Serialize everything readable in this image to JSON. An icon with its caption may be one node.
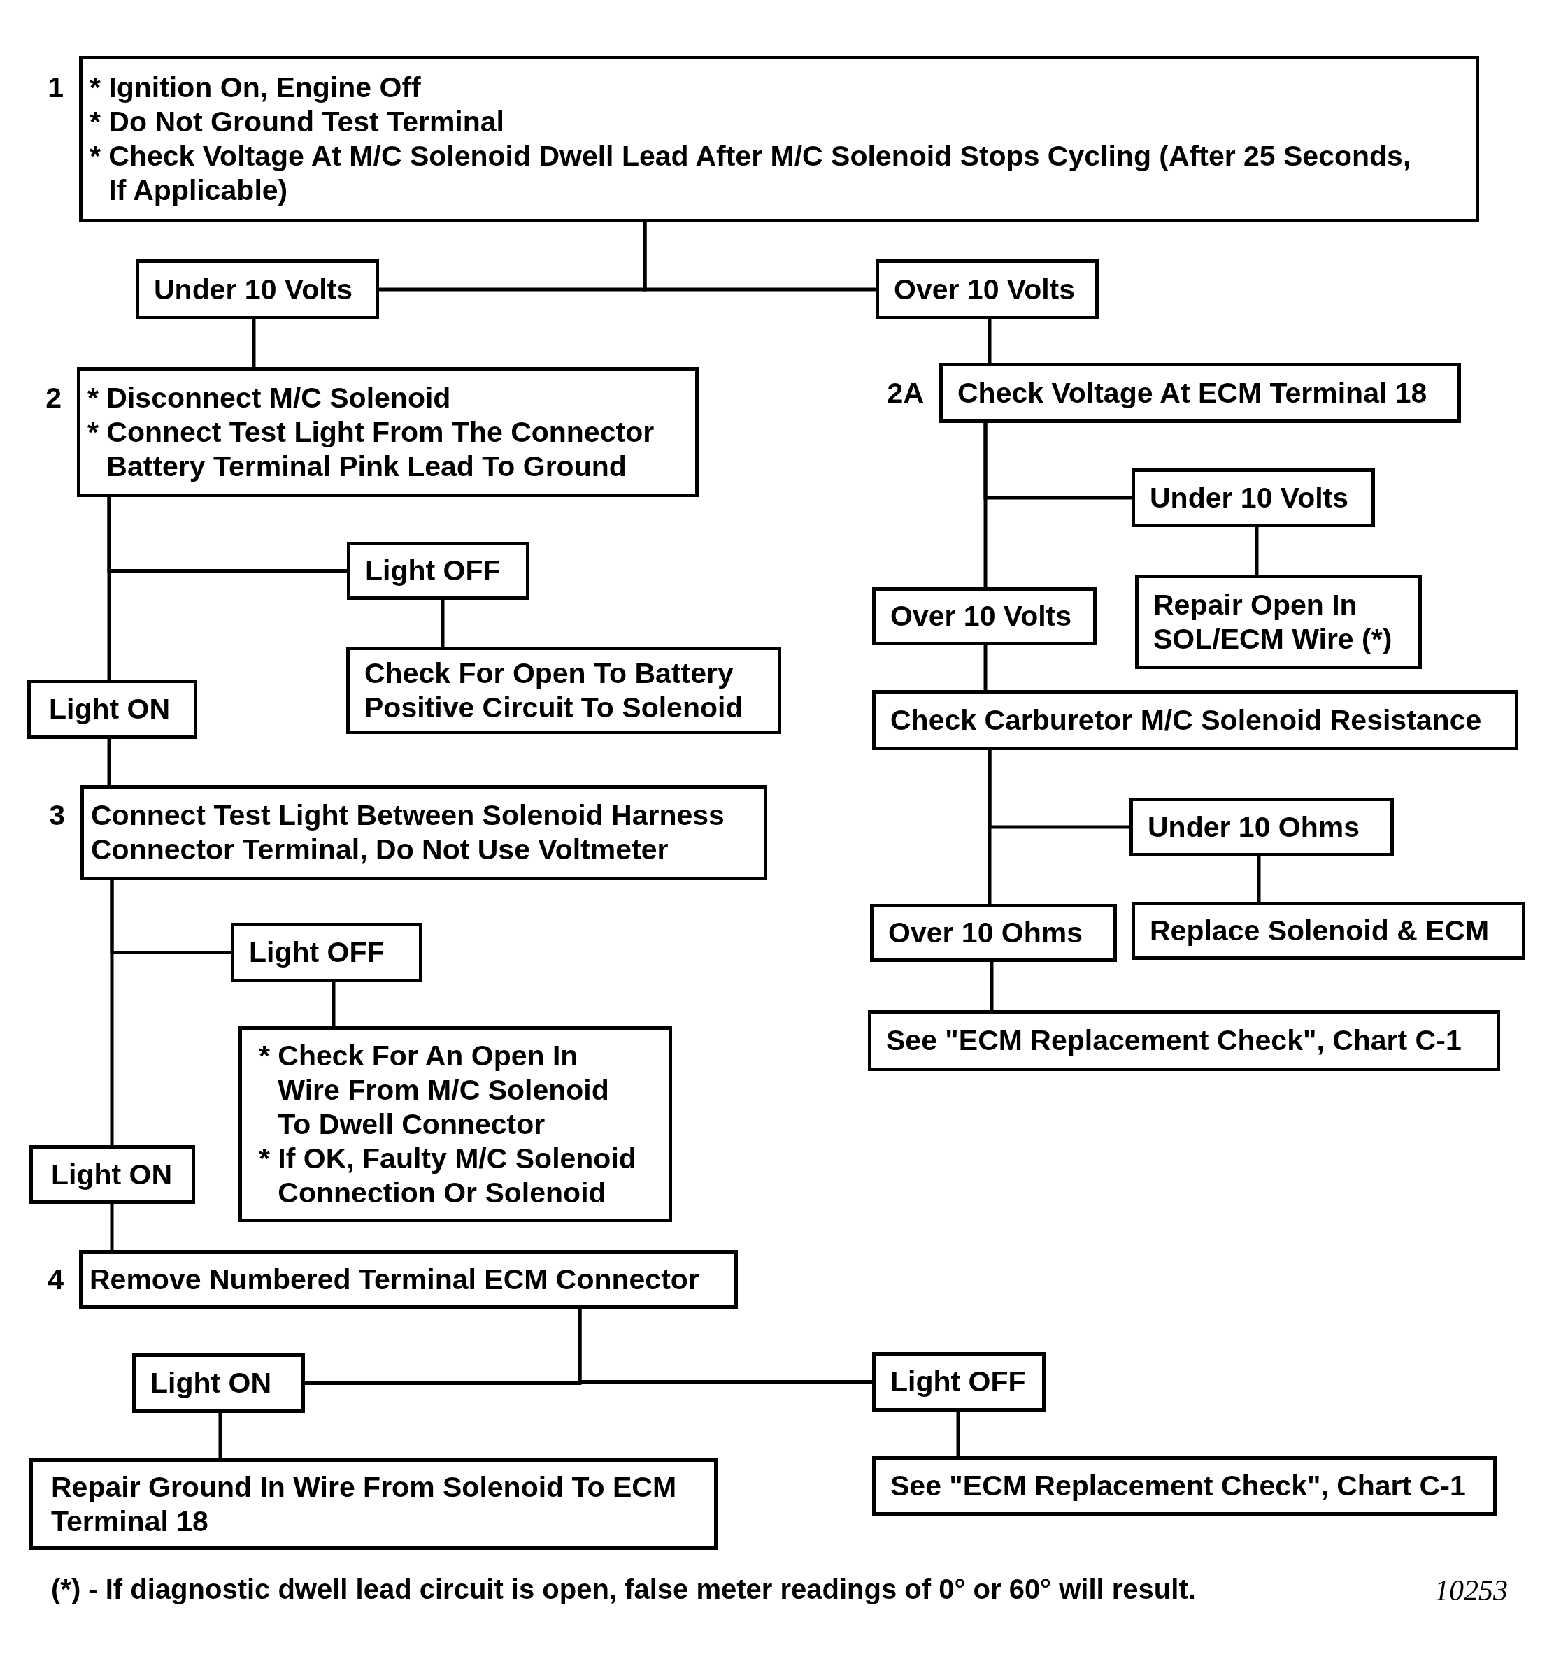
{
  "diagram": {
    "nodes": [
      {
        "text": [
          "* Ignition On, Engine Off",
          "* Do Not Ground Test Terminal",
          "* Check Voltage At M/C Solenoid Dwell Lead After M/C Solenoid Stops Cycling (After 25 Seconds, If Applicable)"
        ],
        "beside": [
          "1"
        ]
      },
      {
        "text": [
          "Under 10 Volts"
        ]
      },
      {
        "text": [
          "Over 10 Volts"
        ]
      },
      {
        "text": [
          "* Disconnect M/C Solenoid",
          "* Connect Test Light From The Connector Battery Terminal Pink Lead To Ground"
        ],
        "beside": [
          "2"
        ]
      },
      {
        "text": [
          "Check Voltage At ECM Terminal 18"
        ],
        "beside": [
          "2A"
        ]
      },
      {
        "text": [
          "Light OFF"
        ]
      },
      {
        "text": [
          "Under 10 Volts"
        ]
      },
      {
        "text": [
          "Check For Open To Battery Positive Circuit To Solenoid"
        ]
      },
      {
        "text": [
          "Repair Open In SOL/ECM Wire (*)"
        ]
      },
      {
        "text": [
          "Light ON"
        ]
      },
      {
        "text": [
          "Over 10 Volts"
        ]
      },
      {
        "text": [
          "Check Carburetor M/C Solenoid Resistance"
        ]
      },
      {
        "text": [
          "Connect Test Light Between Solenoid Harness Connector Terminal, Do Not Use Voltmeter"
        ],
        "beside": [
          "3"
        ]
      },
      {
        "text": [
          "Under 10 Ohms"
        ]
      },
      {
        "text": [
          "Over 10 Ohms"
        ]
      },
      {
        "text": [
          "Replace Solenoid & ECM"
        ]
      },
      {
        "text": [
          "Light OFF"
        ]
      },
      {
        "text": [
          "See \"ECM Replacement Check\", Chart C-1"
        ]
      },
      {
        "text": [
          "* Check For An Open In Wire From M/C Solenoid To Dwell Connector",
          "* If OK, Faulty M/C Solenoid Connection Or Solenoid"
        ]
      },
      {
        "text": [
          "Light ON"
        ]
      },
      {
        "text": [
          "Remove Numbered Terminal ECM Connector"
        ],
        "beside": [
          "4"
        ]
      },
      {
        "text": [
          "Light ON"
        ]
      },
      {
        "text": [
          "Light OFF"
        ]
      },
      {
        "text": [
          "Repair Ground In Wire From Solenoid To ECM Terminal 18"
        ]
      },
      {
        "text": [
          "See \"ECM Replacement Check\", Chart C-1"
        ]
      }
    ],
    "edges": [
      {
        "from": 0,
        "to": 1,
        "arrow": "none"
      },
      {
        "from": 0,
        "to": 2,
        "arrow": "none"
      },
      {
        "from": 1,
        "to": 3,
        "arrow": "none"
      },
      {
        "from": 2,
        "to": 4,
        "arrow": "none"
      },
      {
        "from": 3,
        "to": 5,
        "arrow": "none"
      },
      {
        "from": 3,
        "to": 9,
        "arrow": "none"
      },
      {
        "from": 5,
        "to": 7,
        "arrow": "none"
      },
      {
        "from": 4,
        "to": 6,
        "arrow": "none"
      },
      {
        "from": 4,
        "to": 10,
        "arrow": "none"
      },
      {
        "from": 6,
        "to": 8,
        "arrow": "none"
      },
      {
        "from": 10,
        "to": 11,
        "arrow": "none"
      },
      {
        "from": 9,
        "to": 12,
        "arrow": "none"
      },
      {
        "from": 11,
        "to": 13,
        "arrow": "none"
      },
      {
        "from": 11,
        "to": 14,
        "arrow": "none"
      },
      {
        "from": 13,
        "to": 15,
        "arrow": "none"
      },
      {
        "from": 14,
        "to": 17,
        "arrow": "none"
      },
      {
        "from": 12,
        "to": 16,
        "arrow": "none"
      },
      {
        "from": 12,
        "to": 19,
        "arrow": "none"
      },
      {
        "from": 16,
        "to": 18,
        "arrow": "none"
      },
      {
        "from": 19,
        "to": 20,
        "arrow": "none"
      },
      {
        "from": 20,
        "to": 21,
        "arrow": "none"
      },
      {
        "from": 20,
        "to": 22,
        "arrow": "none"
      },
      {
        "from": 21,
        "to": 23,
        "arrow": "none"
      },
      {
        "from": 22,
        "to": 24,
        "arrow": "none"
      }
    ],
    "labels": [
      "(*) - If diagnostic dwell lead circuit is open, false meter readings of 0° or 60° will result.",
      "10253"
    ]
  }
}
